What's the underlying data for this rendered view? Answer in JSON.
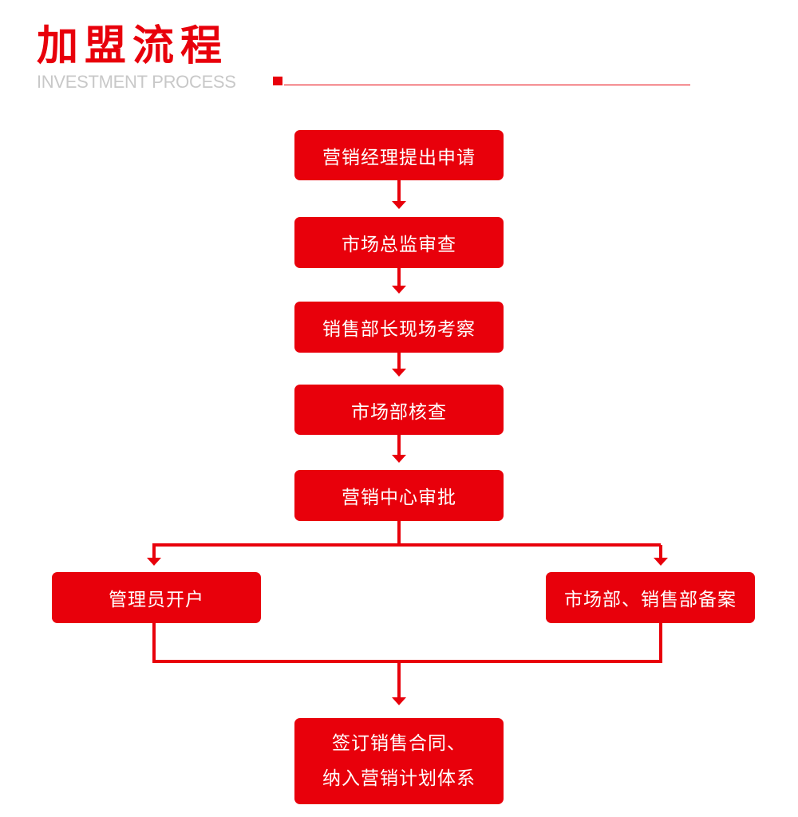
{
  "header": {
    "title": "加盟流程",
    "subtitle": "INVESTMENT PROCESS"
  },
  "colors": {
    "accent": "#e8000b",
    "subtitle": "#c8c8c8",
    "node_text": "#ffffff",
    "background": "#ffffff"
  },
  "flow": {
    "step1": "营销经理提出申请",
    "step2": "市场总监审查",
    "step3": "销售部长现场考察",
    "step4": "市场部核查",
    "step5": "营销中心审批",
    "branch_left": "管理员开户",
    "branch_right": "市场部、销售部备案",
    "final": {
      "line1": "签订销售合同、",
      "line2": "纳入营销计划体系"
    }
  }
}
